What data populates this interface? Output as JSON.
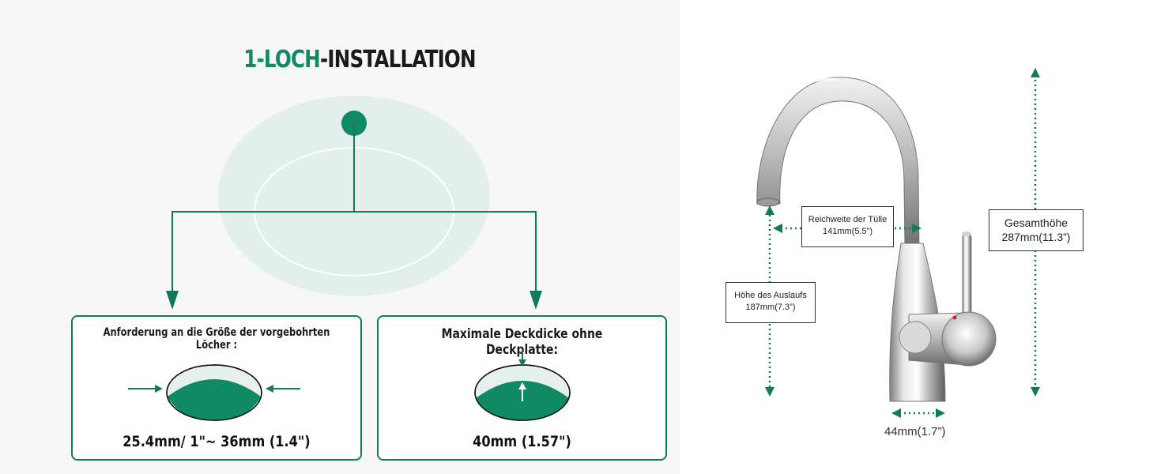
{
  "title": {
    "accent": "1-LOCH",
    "rest": "-INSTALLATION"
  },
  "hole_requirement": {
    "heading": "Anforderung an die Größe der vorgebohrten Löcher :",
    "value": "25.4mm/ 1\"~ 36mm (1.4\")"
  },
  "deck_thickness": {
    "heading": "Maximale Deckdicke ohne Deckplatte:",
    "value": "40mm (1.57\")"
  },
  "dimensions": {
    "spout_reach": {
      "label": "Reichweite der Tülle",
      "value": "141mm(5.5”)"
    },
    "spout_height": {
      "label": "Höhe des Auslaufs",
      "value": "187mm(7.3”)"
    },
    "total_height": {
      "label": "Gesamthöhe",
      "value": "287mm(11.3”)"
    },
    "base_width": {
      "value": "44mm(1.7”)"
    }
  },
  "colors": {
    "accent": "#0f8a64",
    "border": "#127a5c",
    "basin": "#dfeee8"
  }
}
